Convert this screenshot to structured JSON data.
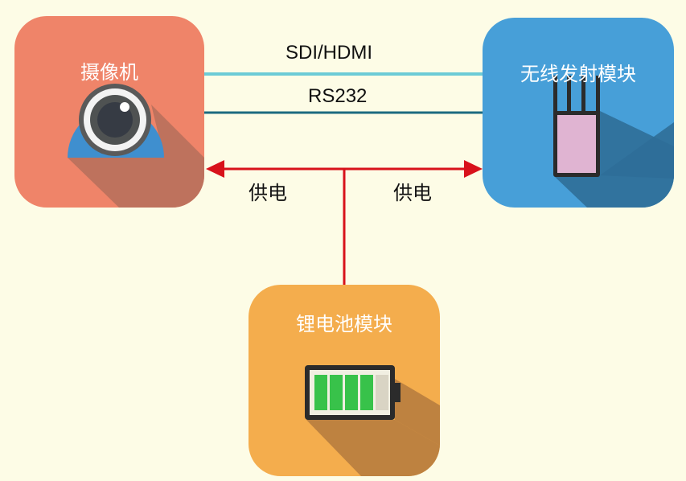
{
  "nodes": {
    "camera": {
      "title": "摄像机",
      "icon": "camera-icon"
    },
    "wireless": {
      "title": "无线发射模块",
      "icon": "antenna-transmitter-icon"
    },
    "battery": {
      "title": "锂电池模块",
      "icon": "battery-icon"
    }
  },
  "links": {
    "video": {
      "label": "SDI/HDMI"
    },
    "serial": {
      "label": "RS232"
    },
    "power_left": {
      "label": "供电"
    },
    "power_right": {
      "label": "供电"
    }
  },
  "battery_level": {
    "filled_cells": 4,
    "total_cells": 5
  },
  "colors": {
    "background": "#fdfce6",
    "camera_tile": "#ef8469",
    "wireless_tile": "#479fd8",
    "battery_tile": "#f4ad4d",
    "video_line": "#6ccbd6",
    "serial_line": "#1c6a80",
    "power_line": "#d8121b",
    "battery_cell_fill": "#38c24a"
  }
}
